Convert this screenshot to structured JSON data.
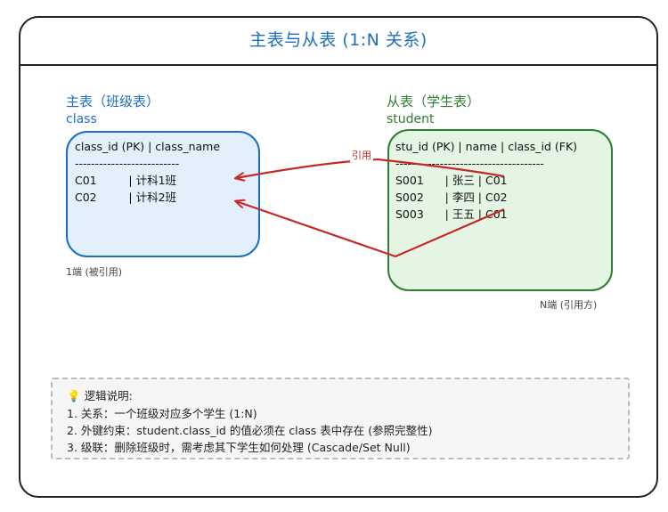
{
  "title": "主表与从表 (1:N 关系)",
  "main_table": {
    "heading": "主表（班级表）",
    "name": "class",
    "header": "class_id (PK) | class_name",
    "separator": "--------------------------",
    "rows": [
      "C01         | 计科1班",
      "C02         | 计科2班"
    ],
    "note": "1端 (被引用)"
  },
  "sub_table": {
    "heading": "从表（学生表）",
    "name": "student",
    "header": "stu_id (PK) | name | class_id (FK)",
    "separator": "-------------------------------------",
    "rows": [
      "S001      | 张三 | C01",
      "S002      | 李四 | C02",
      "S003      | 王五 | C01"
    ],
    "note": "N端 (引用方)"
  },
  "arrow_label": "引用",
  "explanation": {
    "icon": "lightbulb-icon",
    "heading": "逻辑说明:",
    "items": [
      "1. 关系：一个班级对应多个学生 (1:N)",
      "2. 外键约束：student.class_id 的值必须在 class 表中存在 (参照完整性)",
      "3. 级联：删除班级时，需考虑其下学生如何处理 (Cascade/Set Null)"
    ]
  },
  "colors": {
    "main": "#1c6fc0",
    "sub": "#2f7d32",
    "arrow": "#c62828"
  }
}
